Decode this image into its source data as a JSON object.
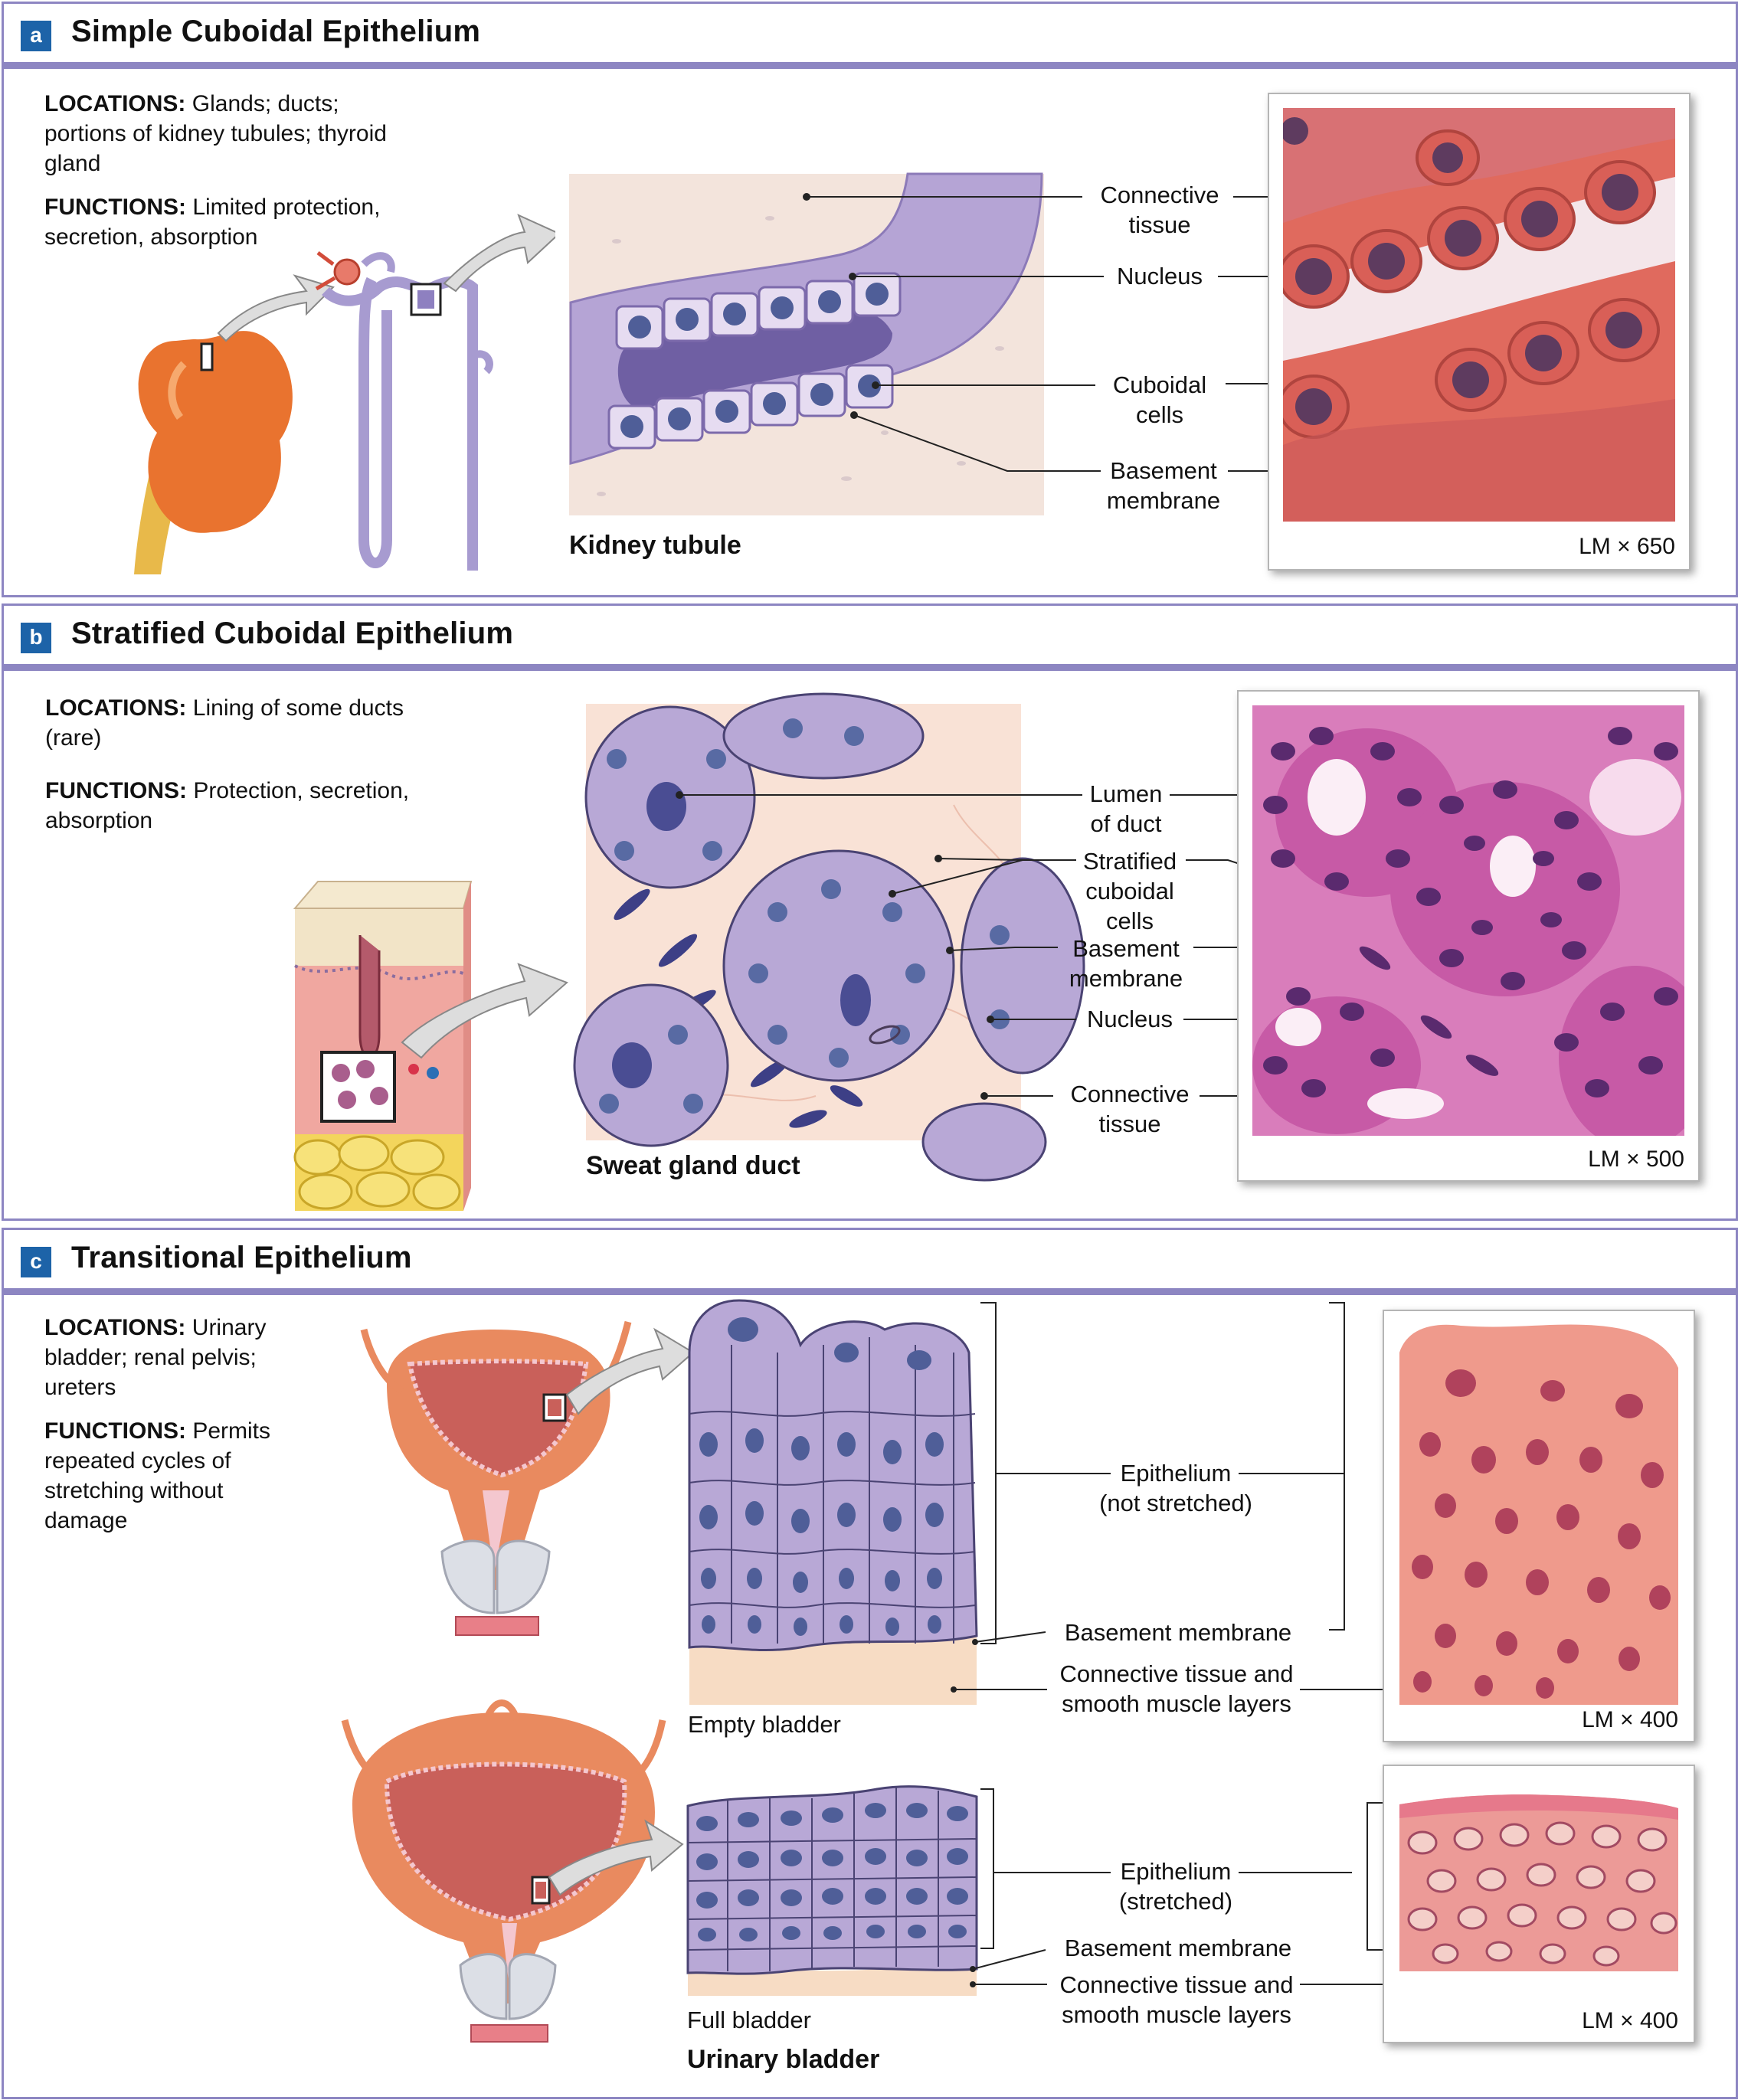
{
  "panels": {
    "a": {
      "badge": "a",
      "title": "Simple Cuboidal Epithelium",
      "locations_label": "LOCATIONS:",
      "locations_text": "Glands; ducts; portions of kidney tubules; thyroid gland",
      "functions_label": "FUNCTIONS:",
      "functions_text": "Limited protection, secretion, absorption",
      "caption": "Kidney tubule",
      "magnification": "LM × 650",
      "labels": {
        "connective_tissue": [
          "Connective",
          "tissue"
        ],
        "nucleus": "Nucleus",
        "cuboidal_cells": [
          "Cuboidal",
          "cells"
        ],
        "basement_membrane": [
          "Basement",
          "membrane"
        ]
      }
    },
    "b": {
      "badge": "b",
      "title": "Stratified Cuboidal Epithelium",
      "locations_label": "LOCATIONS:",
      "locations_text": "Lining of some ducts (rare)",
      "functions_label": "FUNCTIONS:",
      "functions_text": "Protection, secretion, absorption",
      "caption": "Sweat gland duct",
      "magnification": "LM × 500",
      "labels": {
        "lumen": [
          "Lumen",
          "of duct"
        ],
        "stratified": [
          "Stratified",
          "cuboidal",
          "cells"
        ],
        "basement_membrane": [
          "Basement",
          "membrane"
        ],
        "nucleus": "Nucleus",
        "connective_tissue": [
          "Connective",
          "tissue"
        ]
      }
    },
    "c": {
      "badge": "c",
      "title": "Transitional Epithelium",
      "locations_label": "LOCATIONS:",
      "locations_text": "Urinary bladder; renal pelvis; ureters",
      "functions_label": "FUNCTIONS:",
      "functions_text": "Permits repeated cycles of stretching without damage",
      "empty_caption": "Empty bladder",
      "full_caption": "Full bladder",
      "main_caption": "Urinary bladder",
      "magnification_top": "LM × 400",
      "magnification_bottom": "LM × 400",
      "labels": {
        "epi_not_stretched": [
          "Epithelium",
          "(not stretched)"
        ],
        "basement_top": "Basement membrane",
        "ct_top": [
          "Connective tissue and",
          "smooth muscle layers"
        ],
        "epi_stretched": [
          "Epithelium",
          "(stretched)"
        ],
        "basement_bottom": "Basement membrane",
        "ct_bottom": [
          "Connective tissue and",
          "smooth muscle layers"
        ]
      }
    }
  },
  "colors": {
    "panel_border": "#8d86c2",
    "badge": "#1d63a8",
    "cell": "#b8a8d6",
    "nucleus": "#4f5e98",
    "lm_pink": "#e97a72",
    "he_magenta": "#d66fb5"
  }
}
